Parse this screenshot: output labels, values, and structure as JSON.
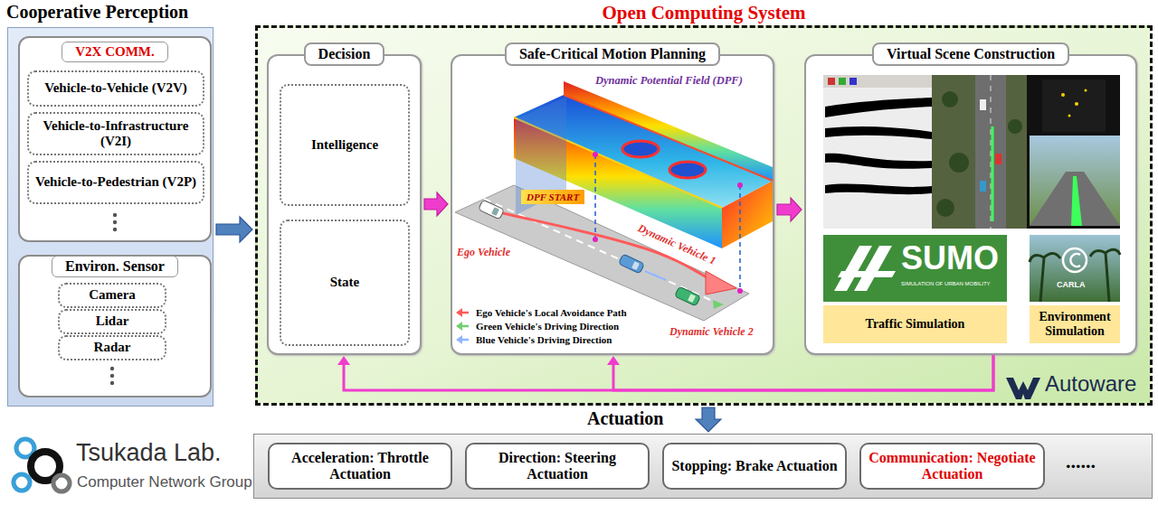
{
  "diagram": {
    "nodes": [
      {
        "text": [
          "Cooperative Perception"
        ]
      },
      {
        "text": [
          "V2X COMM."
        ],
        "in": 0
      },
      {
        "text": [
          "Vehicle-to-Vehicle (V2V)"
        ],
        "in": 1
      },
      {
        "text": [
          "Vehicle-to-Infrastructure (V2I)"
        ],
        "in": 1
      },
      {
        "text": [
          "Vehicle-to-Pedestrian (V2P)"
        ],
        "in": 1
      },
      {
        "text": [
          "Environ. Sensor"
        ],
        "in": 0
      },
      {
        "text": [
          "Camera"
        ],
        "in": 5
      },
      {
        "text": [
          "Lidar"
        ],
        "in": 5
      },
      {
        "text": [
          "Radar"
        ],
        "in": 5
      },
      {
        "text": [
          "Open Computing System"
        ]
      },
      {
        "text": [
          "Decision"
        ],
        "in": 9
      },
      {
        "text": [
          "Intelligence"
        ],
        "in": 10
      },
      {
        "text": [
          "State"
        ],
        "in": 10
      },
      {
        "text": [
          "Safe-Critical Motion Planning"
        ],
        "in": 9
      },
      {
        "text": [
          "Virtual Scene Construction"
        ],
        "in": 9
      },
      {
        "text": [
          "Traffic Simulation"
        ],
        "in": 14
      },
      {
        "text": [
          "Environment Simulation"
        ],
        "in": 14
      },
      {
        "text": [
          "Actuation"
        ]
      },
      {
        "text": [
          "Acceleration: Throttle Actuation"
        ],
        "in": 17
      },
      {
        "text": [
          "Direction: Steering Actuation"
        ],
        "in": 17
      },
      {
        "text": [
          "Stopping: Brake Actuation"
        ],
        "in": 17
      },
      {
        "text": [
          "Communication: Negotiate Actuation"
        ],
        "in": 17
      }
    ],
    "edges": [
      {
        "from": 0,
        "to": 9,
        "arrow": "to"
      },
      {
        "from": 10,
        "to": 13,
        "arrow": "to"
      },
      {
        "from": 13,
        "to": 14,
        "arrow": "to"
      },
      {
        "from": 14,
        "to": 10,
        "arrow": "to"
      },
      {
        "from": 14,
        "to": 13,
        "arrow": "to"
      },
      {
        "from": 9,
        "to": 17,
        "arrow": "to"
      }
    ],
    "labels": [
      "Dynamic Potential Field (DPF)",
      "DPF START",
      "Ego Vehicle",
      "Dynamic Vehicle 1",
      "Dynamic Vehicle 2",
      "SUMO",
      "SIMULATION OF URBAN MOBILITY",
      "CARLA",
      "Autoware",
      "......",
      "Tsukada Lab.",
      "Computer Network Group"
    ],
    "legend": [
      {
        "text": "Ego Vehicle's Local Avoidance Path"
      },
      {
        "text": "Green Vehicle's Driving Direction"
      },
      {
        "text": "Blue Vehicle's Driving Direction"
      }
    ]
  }
}
